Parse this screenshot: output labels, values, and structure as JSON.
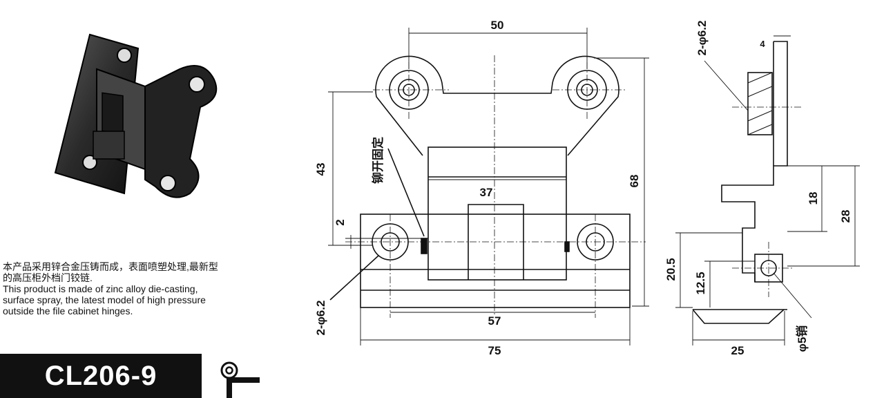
{
  "description": {
    "line1": "本产品采用锌合金压铸而成，表面喷塑处理,最新型",
    "line2": "的高压柜外档门铰链.",
    "line3": "This product is made of zinc alloy die-casting,",
    "line4": "surface spray, the latest model of high pressure",
    "line5": "outside the file cabinet hinges."
  },
  "model": "CL206-9",
  "annotation": "铆开固定",
  "pin_label": "φ5销",
  "dimensions": {
    "d50": "50",
    "d43": "43",
    "d68": "68",
    "d37": "37",
    "d2": "2",
    "d57": "57",
    "d75": "75",
    "hole_front": "2-φ6.2",
    "hole_side": "2-φ6.2",
    "d4": "4",
    "d18": "18",
    "d28": "28",
    "d20_5": "20.5",
    "d12_5": "12.5",
    "d25": "25"
  },
  "icons": {
    "product_photo": "hinge-photo",
    "logo": "hinge-logo-icon"
  }
}
